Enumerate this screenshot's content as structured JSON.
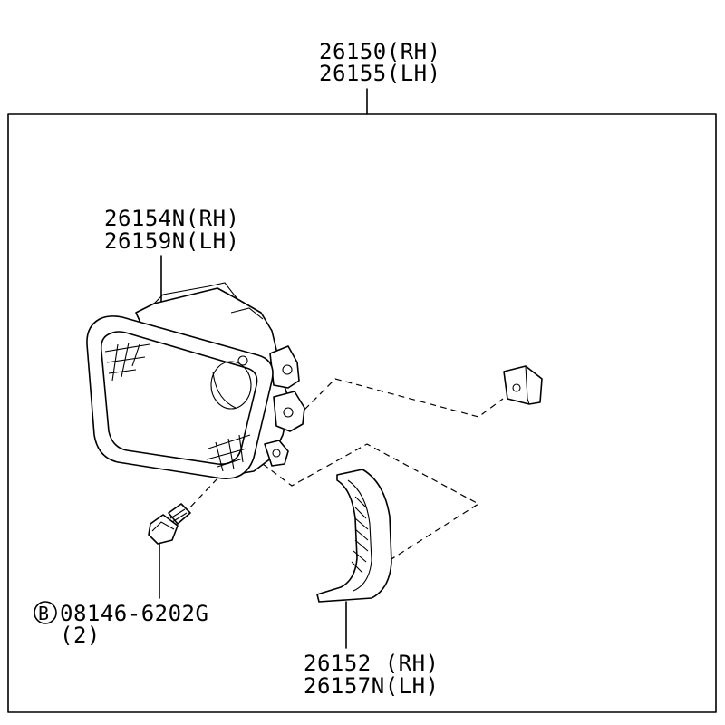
{
  "callouts": {
    "assembly": {
      "line1": "26150(RH)",
      "line2": "26155(LH)"
    },
    "lamp_unit": {
      "line1": "26154N(RH)",
      "line2": "26159N(LH)"
    },
    "bolt": {
      "symbol": "B",
      "line1": "08146-6202G",
      "line2": "(2)"
    },
    "bezel": {
      "line1": "26152  (RH)",
      "line2": "26157N(LH)"
    }
  }
}
